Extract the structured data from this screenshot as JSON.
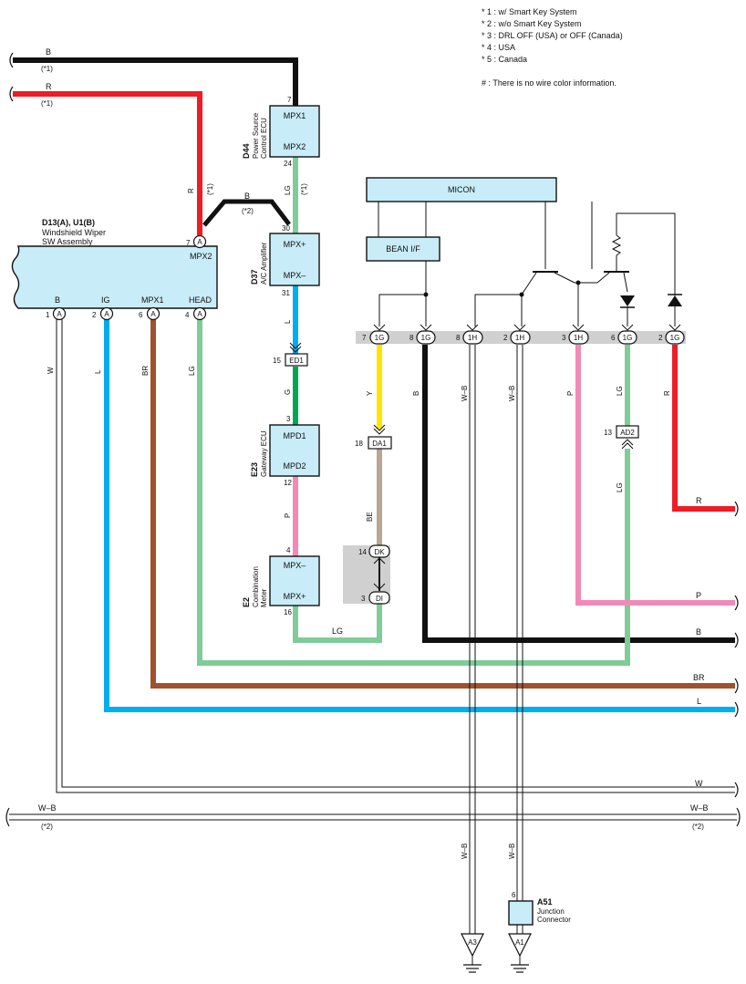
{
  "notes": {
    "items": [
      "* 1 : w/ Smart Key System",
      "* 2 : w/o Smart Key System",
      "* 3 : DRL OFF (USA) or OFF (Canada)",
      "* 4 : USA",
      "* 5 : Canada"
    ],
    "no_color": "# : There is no wire color information."
  },
  "colors": {
    "B": "#111111",
    "R": "#ee1c24",
    "LG": "#7fcc99",
    "L": "#00aeef",
    "G": "#00a651",
    "P": "#f389b8",
    "Y": "#ffe600",
    "BE": "#b8a793",
    "BR": "#a0522d",
    "box": "#c8ecf8",
    "bar": "#d0d0d0"
  },
  "components": {
    "d44": {
      "code": "D44",
      "name1": "Power Source",
      "name2": "Control ECU",
      "term1": "MPX1",
      "term2": "MPX2",
      "pin_top": "7",
      "pin_bottom": "24"
    },
    "d37": {
      "code": "D37",
      "name1": "A/C Amplifier",
      "term1": "MPX+",
      "term2": "MPX–",
      "pin_top": "30",
      "pin_bottom": "31"
    },
    "e23": {
      "code": "E23",
      "name1": "Gateway ECU",
      "term1": "MPD1",
      "term2": "MPD2",
      "pin_top": "3",
      "pin_bottom": "12"
    },
    "e2": {
      "code": "E2",
      "name1": "Combination",
      "name2": "Meter",
      "term1": "MPX–",
      "term2": "MPX+",
      "pin_top": "4",
      "pin_bottom": "16"
    },
    "wiper": {
      "code": "D13(A), U1(B)",
      "name1": "Windshield Wiper",
      "name2": "SW Assembly",
      "mpx2": "MPX2",
      "pin_mpx2": "7",
      "t_b": "B",
      "t_ig": "IG",
      "t_mpx1": "MPX1",
      "t_head": "HEAD",
      "p_b": "1",
      "p_ig": "2",
      "p_mpx1": "6",
      "p_head": "4",
      "conn": "A"
    },
    "micon": {
      "label": "MICON"
    },
    "bean": {
      "label": "BEAN I/F"
    },
    "a51": {
      "code": "A51",
      "name1": "Junction",
      "name2": "Connector",
      "pin": "6"
    }
  },
  "connectors": {
    "ed1": {
      "label": "ED1",
      "pin": "15"
    },
    "da1": {
      "label": "DA1",
      "pin": "18"
    },
    "dk": {
      "label": "DK",
      "pin": "14"
    },
    "di": {
      "label": "DI",
      "pin": "3"
    },
    "ad2": {
      "label": "AD2",
      "pin": "13"
    }
  },
  "bar_pins": [
    {
      "pin": "7",
      "conn": "1G"
    },
    {
      "pin": "8",
      "conn": "1G"
    },
    {
      "pin": "8",
      "conn": "1H"
    },
    {
      "pin": "2",
      "conn": "1H"
    },
    {
      "pin": "3",
      "conn": "1H"
    },
    {
      "pin": "6",
      "conn": "1G"
    },
    {
      "pin": "2",
      "conn": "1G"
    }
  ],
  "wires": {
    "left_b": "B",
    "left_b_note": "(*1)",
    "left_r": "R",
    "left_r_note": "(*1)",
    "r_vert": "R",
    "r_vert_note": "(*1)",
    "b_diag": "B",
    "b_diag_note": "(*2)",
    "lg_d44": "LG",
    "lg_d44_note": "(*1)",
    "l_d37": "L",
    "g_ed1": "G",
    "p_e23": "P",
    "lg_meter": "LG",
    "y": "Y",
    "be": "BE",
    "b_bar": "B",
    "wb1": "W–B",
    "wb2": "W–B",
    "p_bar": "P",
    "lg_bar": "LG",
    "lg_ad2": "LG",
    "r_bar": "R",
    "w_left": "W",
    "l_left": "L",
    "br_left": "BR",
    "lg_left": "LG",
    "r_right": "R",
    "p_right": "P",
    "b_right": "B",
    "br_right": "BR",
    "l_right": "L",
    "w_right": "W",
    "wb_left": "W–B",
    "wb_left_note": "(*2)",
    "wb_right": "W–B",
    "wb_right_note": "(*2)",
    "wb_down1": "W–B",
    "wb_down2": "W–B"
  },
  "grounds": {
    "a3": "A3",
    "a1": "A1"
  }
}
